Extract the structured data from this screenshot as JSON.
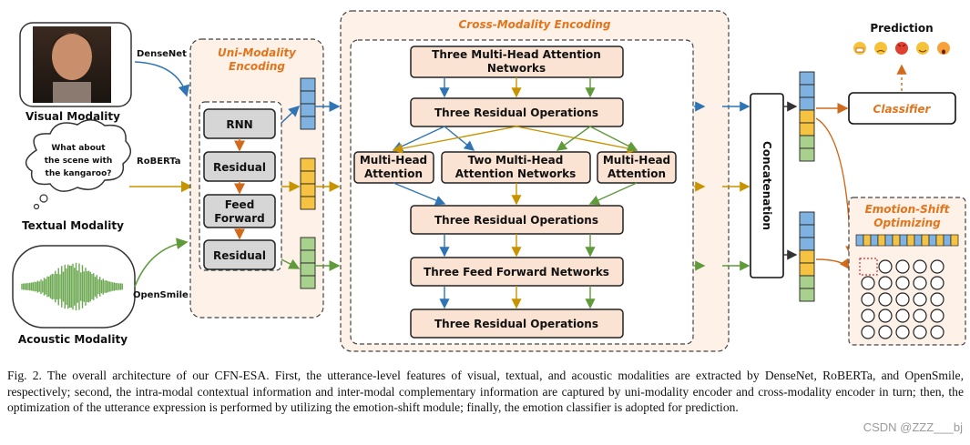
{
  "inputs": {
    "visual": {
      "label": "Visual Modality",
      "extractor": "DenseNet"
    },
    "textual": {
      "label": "Textual Modality",
      "extractor": "RoBERTa",
      "utterance": [
        "What about",
        "the scene with",
        "the kangaroo?"
      ]
    },
    "acoustic": {
      "label": "Acoustic Modality",
      "extractor": "OpenSmile"
    }
  },
  "uni_modality": {
    "title": [
      "Uni-Modality",
      "Encoding"
    ],
    "blocks": [
      [
        "RNN"
      ],
      [
        "Residual"
      ],
      [
        "Feed",
        "Forward"
      ],
      [
        "Residual"
      ]
    ]
  },
  "cross_modality": {
    "title": "Cross-Modality Encoding",
    "blocks": {
      "attn_top": [
        "Three Multi-Head Attention",
        "Networks"
      ],
      "res1": "Three Residual Operations",
      "mha_left": [
        "Multi-Head",
        "Attention"
      ],
      "mha_mid": [
        "Two Multi-Head",
        "Attention Networks"
      ],
      "mha_right": [
        "Multi-Head",
        "Attention"
      ],
      "res2": "Three Residual Operations",
      "ffn": "Three Feed Forward Networks",
      "res3": "Three Residual Operations"
    }
  },
  "concatenation": "Concatenation",
  "classifier": "Classifier",
  "prediction": "Prediction",
  "emotion_shift": {
    "title": [
      "Emotion-Shift",
      "Optimizing"
    ]
  },
  "colors": {
    "blue": "#2f74b5",
    "gold": "#c79400",
    "green": "#5f9a3b",
    "orange": "#d06a1c",
    "title_orange": "#e2751c",
    "block_fill": "#fbe3d3",
    "feat_blue": "#7fb2e0",
    "feat_gold": "#f5c242",
    "feat_green": "#a8d18e"
  },
  "caption": "Fig. 2.  The overall architecture of our CFN-ESA. First, the utterance-level features of visual, textual, and acoustic modalities are extracted by DenseNet, RoBERTa, and OpenSmile, respectively; second, the intra-modal contextual information and inter-modal complementary information are captured by uni-modality encoder and cross-modality encoder in turn; then, the optimization of the utterance expression is performed by utilizing the emotion-shift module; finally, the emotion classifier is adopted for prediction.",
  "watermark": "CSDN @ZZZ___bj"
}
